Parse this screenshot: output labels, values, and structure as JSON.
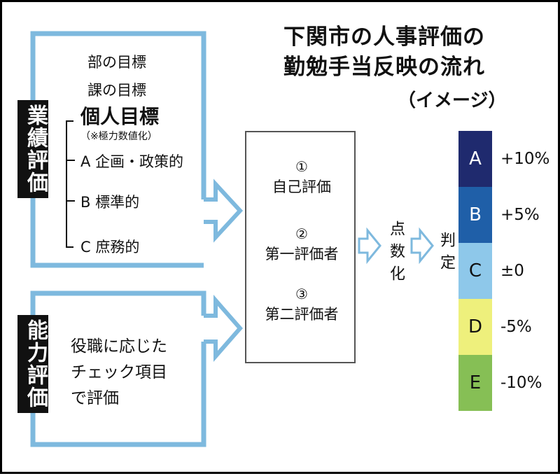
{
  "title": {
    "line1": "下関市の人事評価の",
    "line2": "勤勉手当反映の流れ",
    "subtitle": "（イメージ）"
  },
  "performance_evaluation": {
    "label": "業績評価",
    "dept_goal": "部の目標",
    "section_goal": "課の目標",
    "individual_goal": "個人目標",
    "note": "（※極力数値化）",
    "types": [
      "A 企画・政策的",
      "B 標準的",
      "C 庶務的"
    ]
  },
  "ability_evaluation": {
    "label": "能力評価",
    "lines": [
      "役職に応じた",
      "チェック項目",
      "で評価"
    ]
  },
  "evaluation_steps": [
    {
      "num": "①",
      "label": "自己評価"
    },
    {
      "num": "②",
      "label": "第一評価者"
    },
    {
      "num": "③",
      "label": "第二評価者"
    }
  ],
  "scoring": "点数化",
  "judgment": "判定",
  "grades": [
    {
      "grade": "A",
      "adjustment": "+10%",
      "color": "#1f2a6e",
      "text_color": "#ffffff"
    },
    {
      "grade": "B",
      "adjustment": "+5%",
      "color": "#1f5fa8",
      "text_color": "#ffffff"
    },
    {
      "grade": "C",
      "adjustment": "±0",
      "color": "#8ec8ea",
      "text_color": "#111111"
    },
    {
      "grade": "D",
      "adjustment": "-5%",
      "color": "#eef07c",
      "text_color": "#111111"
    },
    {
      "grade": "E",
      "adjustment": "-10%",
      "color": "#86bf55",
      "text_color": "#111111"
    }
  ],
  "colors": {
    "frame": "#7eb9de",
    "box_border": "#555555"
  }
}
